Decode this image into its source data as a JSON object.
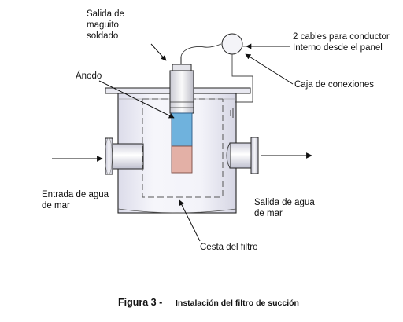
{
  "labels": {
    "salida_magnuito": [
      "Salida de",
      "maguito",
      "soldado"
    ],
    "anodo": "Ánodo",
    "cables": [
      "2 cables para conductor",
      "Interno desde el panel"
    ],
    "caja": "Caja de conexiones",
    "entrada": [
      "Entrada de agua",
      "de mar"
    ],
    "salida_agua": [
      "Salida de agua",
      "de mar"
    ],
    "cesta": "Cesta del filtro"
  },
  "caption": {
    "figure": "Figura 3 -",
    "title": "Instalación del filtro de succión"
  },
  "colors": {
    "anode_blue": "#6fb2dd",
    "anode_pink": "#e3b0a6",
    "tank_fill": "#eeeef6",
    "line": "#1a1a1a"
  }
}
